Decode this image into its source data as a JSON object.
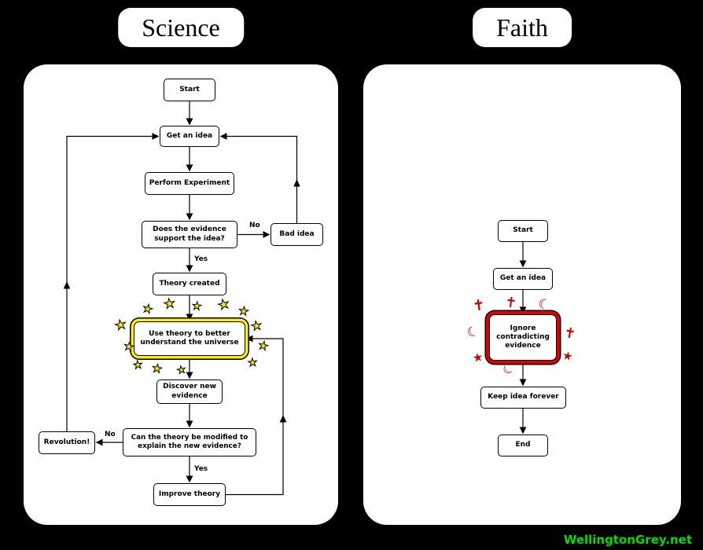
{
  "page": {
    "background": "#000000"
  },
  "credit": {
    "text": "WellingtonGrey.net",
    "color": "#00dd00"
  },
  "icons": {
    "star": "★",
    "cross": "✝",
    "crescent": "☾"
  },
  "science": {
    "title": "Science",
    "highlight_color": "#ffee00",
    "labels": {
      "yes": "Yes",
      "no": "No"
    },
    "nodes": {
      "start": "Start",
      "get_idea": "Get an idea",
      "experiment": "Perform Experiment",
      "evidence_question": "Does the evidence support the idea?",
      "bad_idea": "Bad idea",
      "theory_created": "Theory created",
      "use_theory": "Use theory to better understand the universe",
      "discover": "Discover new evidence",
      "modify_question": "Can the theory be modified to explain the new evidence?",
      "revolution": "Revolution!",
      "improve": "Improve theory"
    }
  },
  "faith": {
    "title": "Faith",
    "highlight_color": "#dd0000",
    "nodes": {
      "start": "Start",
      "get_idea": "Get an idea",
      "ignore": "Ignore contradicting evidence",
      "keep": "Keep idea forever",
      "end": "End"
    }
  }
}
